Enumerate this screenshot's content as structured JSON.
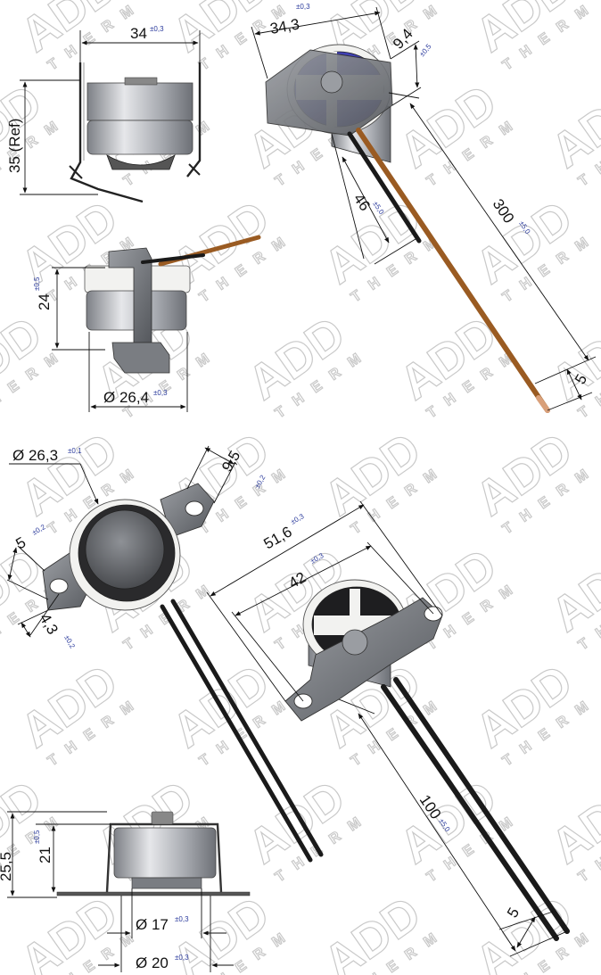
{
  "watermark": {
    "word": "ADD",
    "subword": "THERM"
  },
  "colors": {
    "metal": "#8a8d92",
    "metal_dark": "#4d5055",
    "body": "#b9bcc1",
    "ceramic": "#f2f2f0",
    "cap": "#3f3fb3",
    "wire_brown": "#9a5b22",
    "wire_black": "#1a1a1a",
    "dim_text": "#111111",
    "tol_text": "#2a3a9c"
  },
  "dims": {
    "v1_width": {
      "value": "34",
      "tol": "±0,3"
    },
    "v1_height": {
      "value": "35 (Ref)"
    },
    "v2_height": {
      "value": "24",
      "tol": "±0,5"
    },
    "v2_dia": {
      "value": "Ø 26,4",
      "tol": "±0,3"
    },
    "v3_width": {
      "value": "34,3",
      "tol": "±0,3"
    },
    "v3_thick": {
      "value": "9,4",
      "tol": "±0,5"
    },
    "v3_short": {
      "value": "46",
      "tol": "±5,0"
    },
    "v3_long": {
      "value": "300",
      "tol": "±5,0"
    },
    "v3_end": {
      "value": "5"
    },
    "v4_dia": {
      "value": "Ø 26,3",
      "tol": "±0,1"
    },
    "v4_tab": {
      "value": "9,5",
      "tol": "±0,2"
    },
    "v4_hole": {
      "value": "5",
      "tol": "±0,2"
    },
    "v4_edge": {
      "value": "4,3",
      "tol": "±0,2"
    },
    "v5_overall": {
      "value": "51,6",
      "tol": "±0,3"
    },
    "v5_holes": {
      "value": "42",
      "tol": "±0,3"
    },
    "v5_wire": {
      "value": "100",
      "tol": "±5,0"
    },
    "v5_end": {
      "value": "5"
    },
    "v6_total": {
      "value": "25,5"
    },
    "v6_body": {
      "value": "21",
      "tol": "±0,5"
    },
    "v6_d17": {
      "value": "Ø 17",
      "tol": "±0,3"
    },
    "v6_d20": {
      "value": "Ø 20",
      "tol": "±0,3"
    }
  }
}
